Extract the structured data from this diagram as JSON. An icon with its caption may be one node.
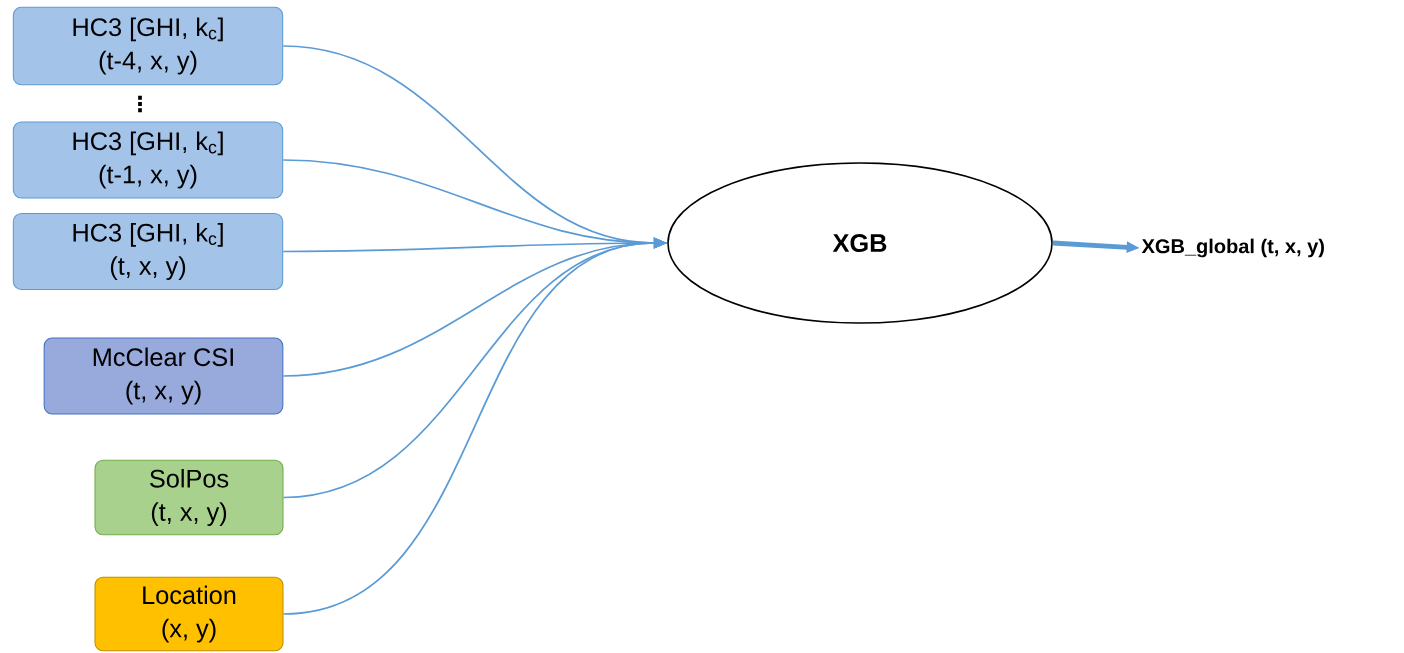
{
  "diagram": {
    "nodes": [
      {
        "text": [
          "HC3 [GHI, k$_{c}$]",
          "(t-4, x, y)"
        ]
      },
      {
        "text": [
          "HC3 [GHI, k$_{c}$]",
          "(t-1, x, y)"
        ]
      },
      {
        "text": [
          "HC3 [GHI, k$_{c}$]",
          "(t, x, y)"
        ]
      },
      {
        "text": [
          "McClear CSI",
          "(t, x, y)"
        ]
      },
      {
        "text": [
          "SolPos",
          "(t, x, y)"
        ]
      },
      {
        "text": [
          "Location",
          "(x, y)"
        ]
      },
      {
        "text": [
          "XGB"
        ]
      },
      {
        "text": [
          "XGB_global (t, x, y)"
        ]
      }
    ],
    "edges": [
      {
        "from": 0,
        "to": 6,
        "arrow": "to"
      },
      {
        "from": 1,
        "to": 6,
        "arrow": "to"
      },
      {
        "from": 2,
        "to": 6,
        "arrow": "to"
      },
      {
        "from": 3,
        "to": 6,
        "arrow": "to"
      },
      {
        "from": 4,
        "to": 6,
        "arrow": "to"
      },
      {
        "from": 5,
        "to": 6,
        "arrow": "to"
      },
      {
        "from": 6,
        "to": 7,
        "arrow": "to",
        "style": "thick"
      }
    ],
    "labels": [
      "⋮"
    ]
  }
}
